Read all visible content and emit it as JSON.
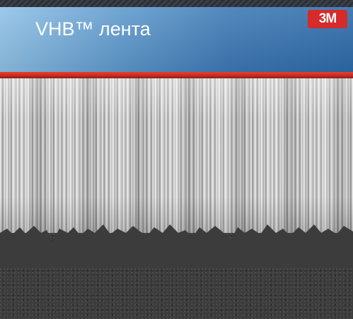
{
  "header": {
    "title": "VHB™ лента",
    "logo_text": "3M",
    "band_color": "#4a86c0",
    "logo_color": "#d52b2b"
  },
  "image": {
    "subject": "tape-fibers-on-rough-surface",
    "accent_line_color": "#d0332a"
  }
}
